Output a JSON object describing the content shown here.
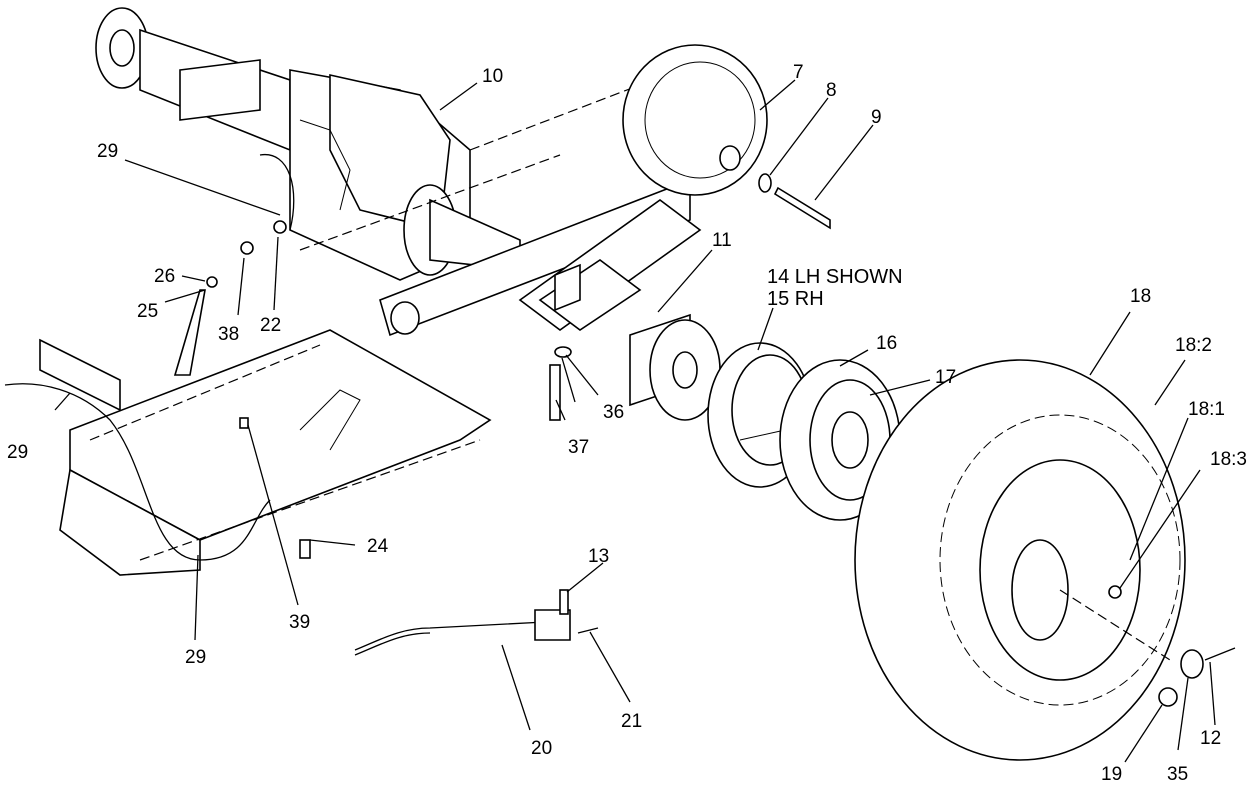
{
  "callouts": {
    "c7": "7",
    "c8": "8",
    "c9": "9",
    "c10": "10",
    "c11": "11",
    "c12": "12",
    "c13": "13",
    "c14": "14 LH SHOWN",
    "c15": "15 RH",
    "c16": "16",
    "c17": "17",
    "c18": "18",
    "c18_1": "18:1",
    "c18_2": "18:2",
    "c18_3": "18:3",
    "c19": "19",
    "c20": "20",
    "c21": "21",
    "c22": "22",
    "c24": "24",
    "c25": "25",
    "c26": "26",
    "c29a": "29",
    "c29b": "29",
    "c29c": "29",
    "c35": "35",
    "c36": "36",
    "c37": "37",
    "c38": "38",
    "c39": "39"
  }
}
